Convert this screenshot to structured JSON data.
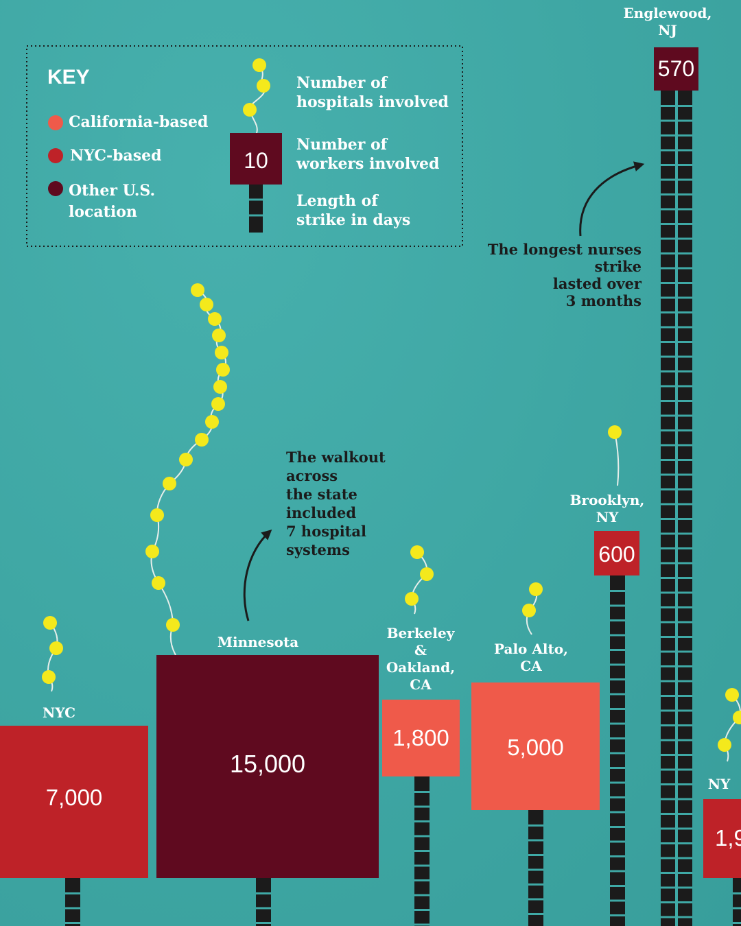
{
  "key": {
    "title": "KEY",
    "legend": [
      {
        "label": "California-based",
        "color": "#ef5a4a"
      },
      {
        "label": "NYC-based",
        "color": "#be2228"
      },
      {
        "label": "Other U.S. location",
        "color": "#5f0a1f"
      }
    ],
    "sample_value": "10",
    "descriptions": {
      "hospitals": "Number of hospitals involved",
      "workers": "Number of workers involved",
      "days": "Length of strike in days"
    }
  },
  "annotations": [
    {
      "text": "The walkout across the state included 7 hospital systems"
    },
    {
      "text": "The longest nurses strike lasted over 3 months"
    }
  ],
  "colors": {
    "bead": "#f4e91c",
    "stem": "#1b1b1b",
    "background": "#3fa9a6"
  },
  "chart_data": {
    "type": "bar",
    "strikes": [
      {
        "location": "NYC",
        "workers": 7000,
        "workers_label": "7,000",
        "hospitals": 3,
        "category": "NYC-based"
      },
      {
        "location": "Minnesota",
        "workers": 15000,
        "workers_label": "15,000",
        "hospitals": 17,
        "category": "Other U.S. location"
      },
      {
        "location": "Berkeley & Oakland, CA",
        "workers": 1800,
        "workers_label": "1,800",
        "hospitals": 3,
        "category": "California-based"
      },
      {
        "location": "Palo Alto, CA",
        "workers": 5000,
        "workers_label": "5,000",
        "hospitals": 2,
        "category": "California-based"
      },
      {
        "location": "Brooklyn, NY",
        "workers": 600,
        "workers_label": "600",
        "hospitals": 1,
        "category": "NYC-based"
      },
      {
        "location": "Englewood, NJ",
        "workers": 570,
        "workers_label": "570",
        "hospitals": 0,
        "category": "Other U.S. location"
      },
      {
        "location": "NY",
        "workers_label": "1,9",
        "hospitals": 3,
        "category": "NYC-based"
      }
    ]
  }
}
